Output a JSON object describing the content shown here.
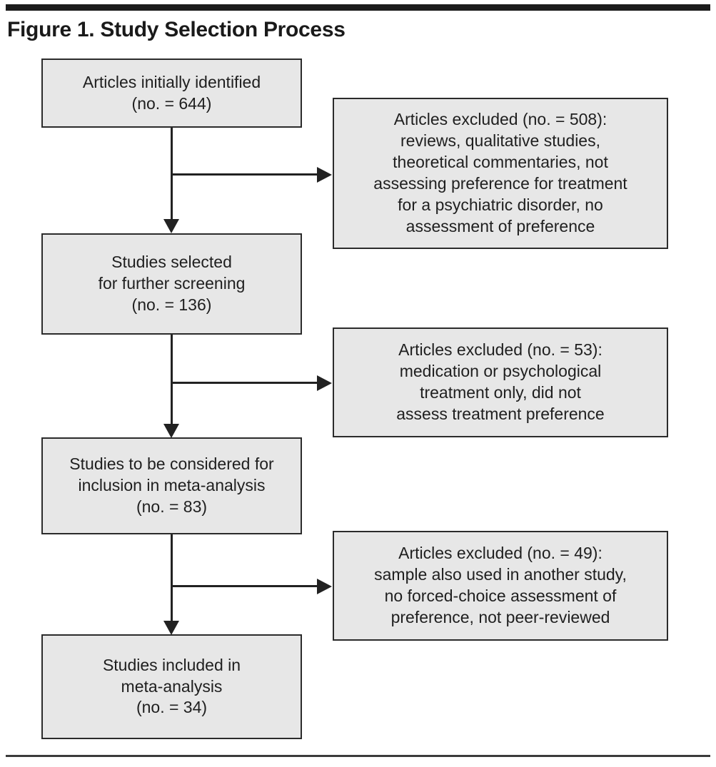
{
  "figure": {
    "title": "Figure 1. Study Selection Process"
  },
  "flow": {
    "main_nodes": [
      {
        "id": "identified",
        "lines": [
          "Articles initially identified",
          "(no. = 644)"
        ],
        "count": 644
      },
      {
        "id": "screening",
        "lines": [
          "Studies selected",
          "for further screening",
          "(no. = 136)"
        ],
        "count": 136
      },
      {
        "id": "considered",
        "lines": [
          "Studies to be considered for",
          "inclusion in meta-analysis",
          "(no. = 83)"
        ],
        "count": 83
      },
      {
        "id": "included",
        "lines": [
          "Studies included in",
          "meta-analysis",
          "(no. = 34)"
        ],
        "count": 34
      }
    ],
    "exclusion_nodes": [
      {
        "id": "excluded-1",
        "lines": [
          "Articles excluded (no. = 508):",
          "reviews, qualitative studies,",
          "theoretical commentaries, not",
          "assessing preference for treatment",
          "for a psychiatric disorder, no",
          "assessment of preference"
        ],
        "count": 508
      },
      {
        "id": "excluded-2",
        "lines": [
          "Articles excluded (no. = 53):",
          "medication or psychological",
          "treatment only, did not",
          "assess treatment preference"
        ],
        "count": 53
      },
      {
        "id": "excluded-3",
        "lines": [
          "Articles excluded (no. = 49):",
          "sample also used in another study,",
          "no forced-choice assessment of",
          "preference, not peer-reviewed"
        ],
        "count": 49
      }
    ]
  },
  "style": {
    "box_fill": "#e7e7e7",
    "box_border": "#2b2b2b",
    "connector": "#222222",
    "text": "#1f1f1f",
    "rule": "#1c1c1c"
  }
}
